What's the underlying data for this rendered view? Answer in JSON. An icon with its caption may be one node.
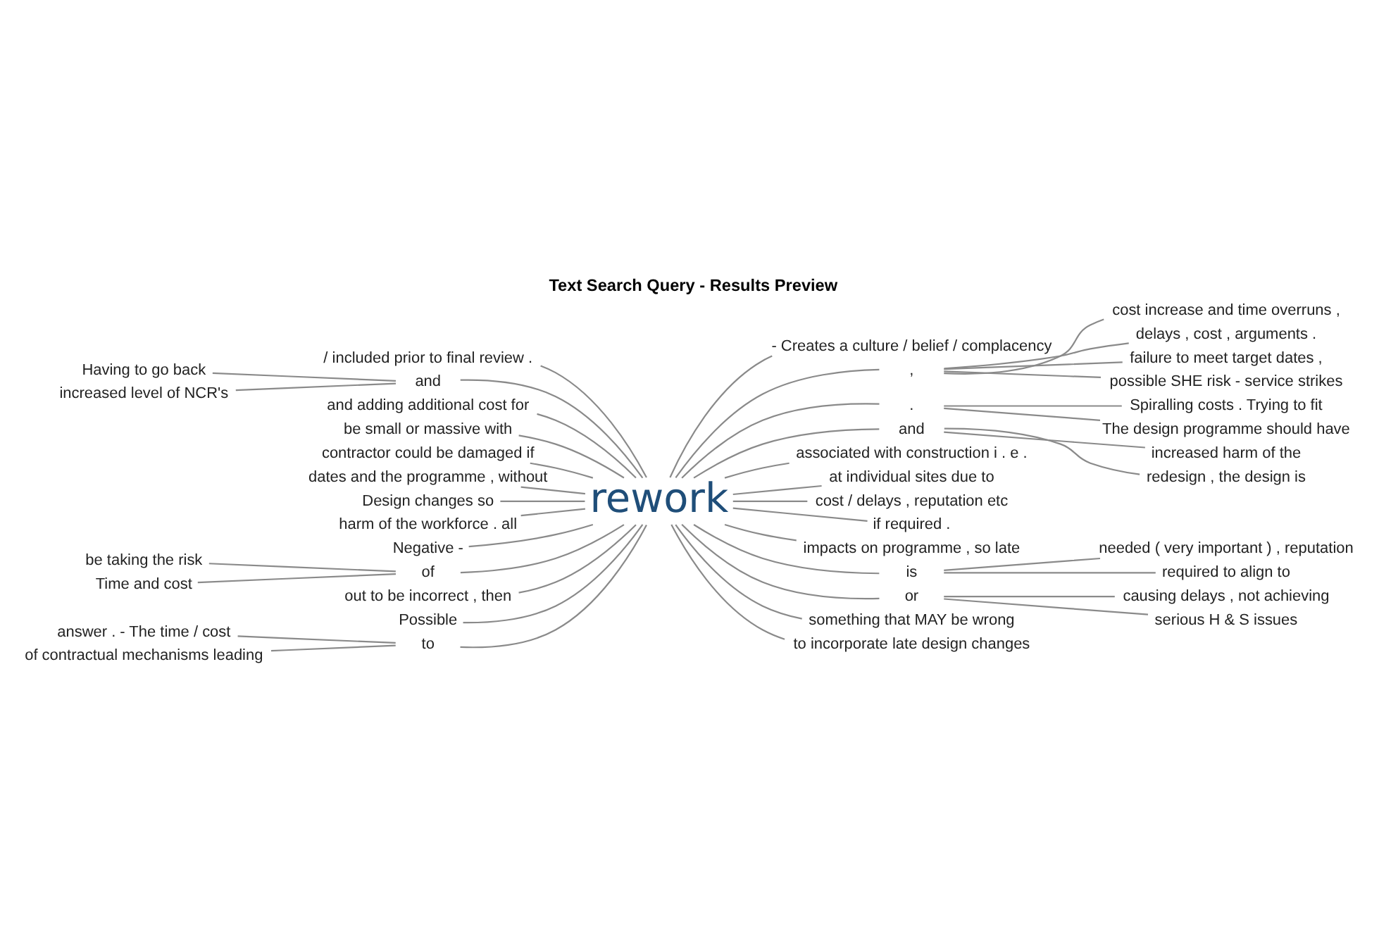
{
  "diagram": {
    "title": "Text Search Query - Results Preview",
    "nodes": [
      {
        "text": [
          "/ included prior to final review ."
        ]
      },
      {
        "text": [
          "Having to go back"
        ]
      },
      {
        "text": [
          "and"
        ]
      },
      {
        "text": [
          "increased level of NCR's"
        ]
      },
      {
        "text": [
          "and adding additional cost for"
        ]
      },
      {
        "text": [
          "be small or massive with"
        ]
      },
      {
        "text": [
          "contractor could be damaged if"
        ]
      },
      {
        "text": [
          "dates and the programme , without"
        ]
      },
      {
        "text": [
          "Design changes so"
        ]
      },
      {
        "text": [
          "harm of the workforce . all"
        ]
      },
      {
        "text": [
          "Negative -"
        ]
      },
      {
        "text": [
          "be taking the risk"
        ]
      },
      {
        "text": [
          "of"
        ]
      },
      {
        "text": [
          "Time and cost"
        ]
      },
      {
        "text": [
          "out to be incorrect , then"
        ]
      },
      {
        "text": [
          "Possible"
        ]
      },
      {
        "text": [
          "answer . - The time / cost"
        ]
      },
      {
        "text": [
          "to"
        ]
      },
      {
        "text": [
          "of contractual mechanisms leading"
        ]
      },
      {
        "text": [
          "rework"
        ]
      },
      {
        "text": [
          "- Creates a culture / belief / complacency"
        ]
      },
      {
        "text": [
          ","
        ]
      },
      {
        "text": [
          "cost increase and time overruns ,"
        ]
      },
      {
        "text": [
          "delays , cost , arguments ."
        ]
      },
      {
        "text": [
          "failure to meet target dates ,"
        ]
      },
      {
        "text": [
          "possible SHE risk - service strikes"
        ]
      },
      {
        "text": [
          "."
        ]
      },
      {
        "text": [
          "Spiralling costs . Trying to fit"
        ]
      },
      {
        "text": [
          "The design programme should have"
        ]
      },
      {
        "text": [
          "and"
        ]
      },
      {
        "text": [
          "increased harm of the"
        ]
      },
      {
        "text": [
          "redesign , the design is"
        ]
      },
      {
        "text": [
          "associated with construction i . e ."
        ]
      },
      {
        "text": [
          "at individual sites due to"
        ]
      },
      {
        "text": [
          "cost / delays , reputation etc"
        ]
      },
      {
        "text": [
          "if required ."
        ]
      },
      {
        "text": [
          "impacts on programme , so late"
        ]
      },
      {
        "text": [
          "is"
        ]
      },
      {
        "text": [
          "needed ( very important ) , reputation"
        ]
      },
      {
        "text": [
          "required to align to"
        ]
      },
      {
        "text": [
          "or"
        ]
      },
      {
        "text": [
          "causing delays , not achieving"
        ]
      },
      {
        "text": [
          "serious H & S issues"
        ]
      },
      {
        "text": [
          "something that MAY be wrong"
        ]
      },
      {
        "text": [
          "to incorporate late design changes"
        ]
      }
    ],
    "edges": [
      {
        "from": 0,
        "to": 19,
        "arrow": "none"
      },
      {
        "from": 1,
        "to": 2,
        "arrow": "none"
      },
      {
        "from": 3,
        "to": 2,
        "arrow": "none"
      },
      {
        "from": 2,
        "to": 19,
        "arrow": "none"
      },
      {
        "from": 4,
        "to": 19,
        "arrow": "none"
      },
      {
        "from": 5,
        "to": 19,
        "arrow": "none"
      },
      {
        "from": 6,
        "to": 19,
        "arrow": "none"
      },
      {
        "from": 7,
        "to": 19,
        "arrow": "none"
      },
      {
        "from": 8,
        "to": 19,
        "arrow": "none"
      },
      {
        "from": 9,
        "to": 19,
        "arrow": "none"
      },
      {
        "from": 10,
        "to": 19,
        "arrow": "none"
      },
      {
        "from": 11,
        "to": 12,
        "arrow": "none"
      },
      {
        "from": 13,
        "to": 12,
        "arrow": "none"
      },
      {
        "from": 12,
        "to": 19,
        "arrow": "none"
      },
      {
        "from": 14,
        "to": 19,
        "arrow": "none"
      },
      {
        "from": 15,
        "to": 19,
        "arrow": "none"
      },
      {
        "from": 16,
        "to": 17,
        "arrow": "none"
      },
      {
        "from": 18,
        "to": 17,
        "arrow": "none"
      },
      {
        "from": 17,
        "to": 19,
        "arrow": "none"
      },
      {
        "from": 19,
        "to": 20,
        "arrow": "none"
      },
      {
        "from": 19,
        "to": 21,
        "arrow": "none"
      },
      {
        "from": 21,
        "to": 22,
        "arrow": "none"
      },
      {
        "from": 21,
        "to": 23,
        "arrow": "none"
      },
      {
        "from": 21,
        "to": 24,
        "arrow": "none"
      },
      {
        "from": 21,
        "to": 25,
        "arrow": "none"
      },
      {
        "from": 19,
        "to": 26,
        "arrow": "none"
      },
      {
        "from": 26,
        "to": 27,
        "arrow": "none"
      },
      {
        "from": 26,
        "to": 28,
        "arrow": "none"
      },
      {
        "from": 19,
        "to": 29,
        "arrow": "none"
      },
      {
        "from": 29,
        "to": 30,
        "arrow": "none"
      },
      {
        "from": 29,
        "to": 31,
        "arrow": "none"
      },
      {
        "from": 19,
        "to": 32,
        "arrow": "none"
      },
      {
        "from": 19,
        "to": 33,
        "arrow": "none"
      },
      {
        "from": 19,
        "to": 34,
        "arrow": "none"
      },
      {
        "from": 19,
        "to": 35,
        "arrow": "none"
      },
      {
        "from": 19,
        "to": 36,
        "arrow": "none"
      },
      {
        "from": 19,
        "to": 37,
        "arrow": "none"
      },
      {
        "from": 37,
        "to": 38,
        "arrow": "none"
      },
      {
        "from": 37,
        "to": 39,
        "arrow": "none"
      },
      {
        "from": 19,
        "to": 40,
        "arrow": "none"
      },
      {
        "from": 40,
        "to": 41,
        "arrow": "none"
      },
      {
        "from": 40,
        "to": 42,
        "arrow": "none"
      },
      {
        "from": 19,
        "to": 43,
        "arrow": "none"
      },
      {
        "from": 19,
        "to": 44,
        "arrow": "none"
      }
    ]
  }
}
